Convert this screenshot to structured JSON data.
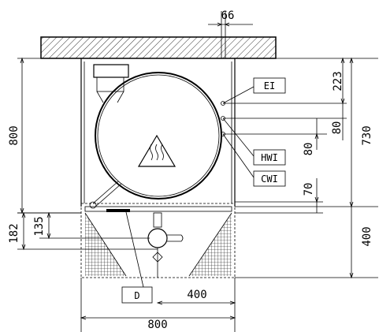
{
  "dimensions": {
    "top_offset": "66",
    "height_total": "800",
    "upper_right": "223",
    "mid_right_a": "80",
    "mid_right_b": "80",
    "overall_height": "730",
    "gap": "70",
    "base_height": "400",
    "left_182": "182",
    "left_135": "135",
    "drain_offset": "400",
    "width_total": "800"
  },
  "labels": {
    "ei": "EI",
    "hwi": "HWI",
    "cwi": "CWI",
    "drain": "D"
  },
  "icons": [
    "hot-surface-warning-icon"
  ]
}
